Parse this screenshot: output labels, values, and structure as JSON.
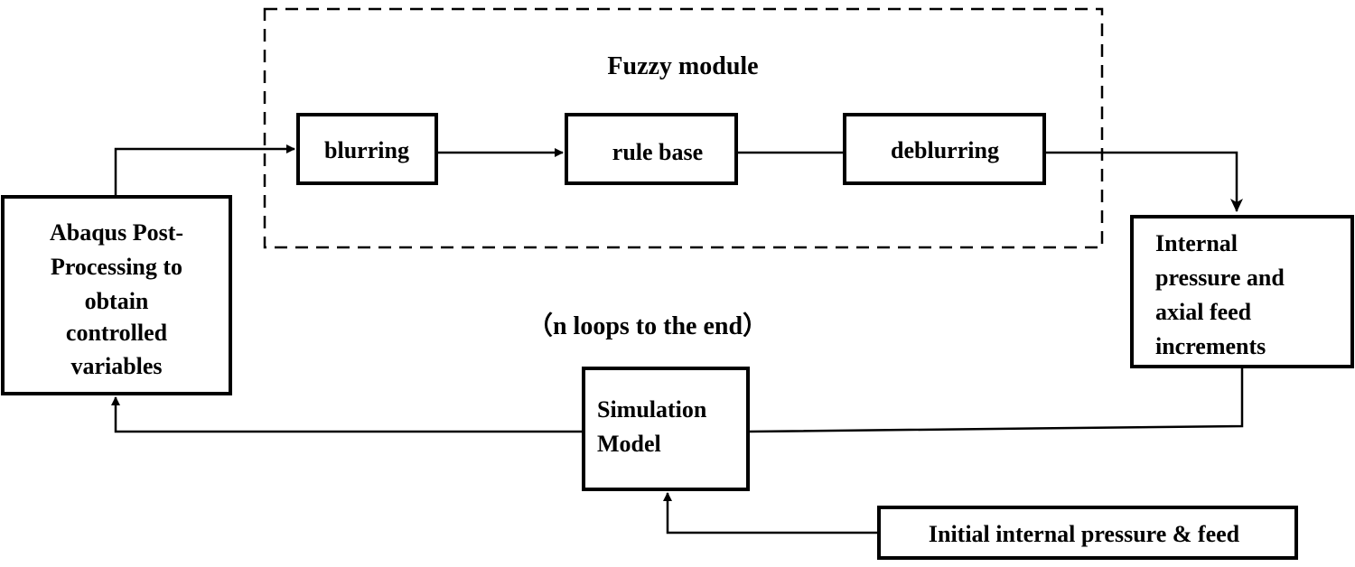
{
  "fuzzy_module": {
    "title": "Fuzzy module",
    "blurring": "blurring",
    "rule_base": "rule base",
    "deblurring": "deblurring"
  },
  "abaqus_box": {
    "lines": [
      "Abaqus Post-",
      "Processing to",
      "obtain",
      "controlled",
      "variables"
    ]
  },
  "increments_box": {
    "lines": [
      "Internal",
      "pressure and",
      "axial feed",
      "increments"
    ]
  },
  "simulation_box": {
    "lines": [
      "Simulation",
      "Model"
    ]
  },
  "initial_box": {
    "label": "Initial internal pressure & feed"
  },
  "loop_note": "（n loops to the end）"
}
